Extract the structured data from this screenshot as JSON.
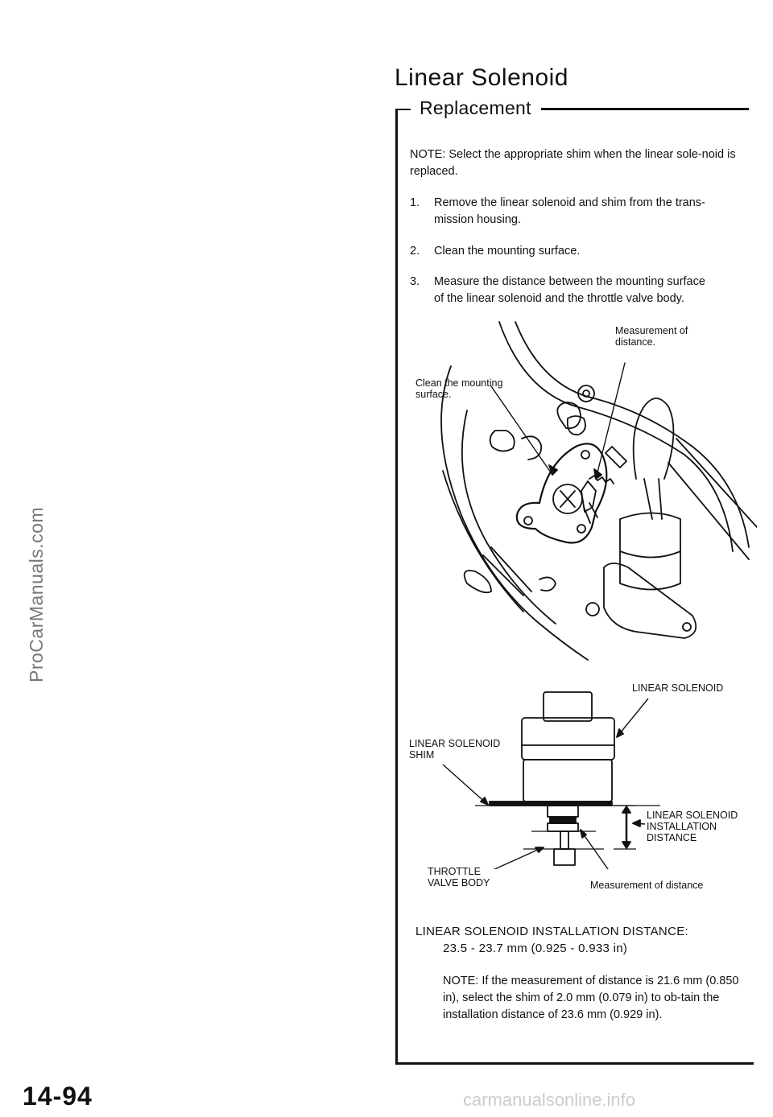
{
  "page": {
    "title": "Linear Solenoid",
    "section": "Replacement",
    "page_number": "14-94"
  },
  "watermarks": {
    "side": "ProCarManuals.com",
    "bottom": "carmanualsonline.info"
  },
  "note_top": "NOTE:  Select the appropriate shim when the linear sole-noid is replaced.",
  "steps": [
    {
      "num": "1.",
      "line1": "Remove the linear solenoid and shim from the trans-",
      "line2": "mission housing."
    },
    {
      "num": "2.",
      "line1": "Clean the mounting surface.",
      "line2": ""
    },
    {
      "num": "3.",
      "line1": "Measure the distance between the mounting surface",
      "line2": "of the linear solenoid and the throttle valve body."
    }
  ],
  "figure1": {
    "label_measure": [
      "Measurement of",
      "distance."
    ],
    "label_clean": [
      "Clean the mounting",
      "surface."
    ]
  },
  "figure2": {
    "label_solenoid": "LINEAR SOLENOID",
    "label_shim": [
      "LINEAR SOLENOID",
      "SHIM"
    ],
    "label_install": [
      "LINEAR SOLENOID",
      "INSTALLATION",
      "DISTANCE"
    ],
    "label_throttle": [
      "THROTTLE",
      "VALVE BODY"
    ],
    "label_measure": "Measurement of distance"
  },
  "spec": {
    "heading": "LINEAR SOLENOID INSTALLATION DISTANCE:",
    "value": "23.5 - 23.7 mm (0.925 - 0.933 in)"
  },
  "note_bottom": "NOTE:  If the measurement of distance is 21.6 mm (0.850 in), select the shim of 2.0 mm (0.079 in) to ob-tain the installation distance of 23.6 mm (0.929 in)."
}
